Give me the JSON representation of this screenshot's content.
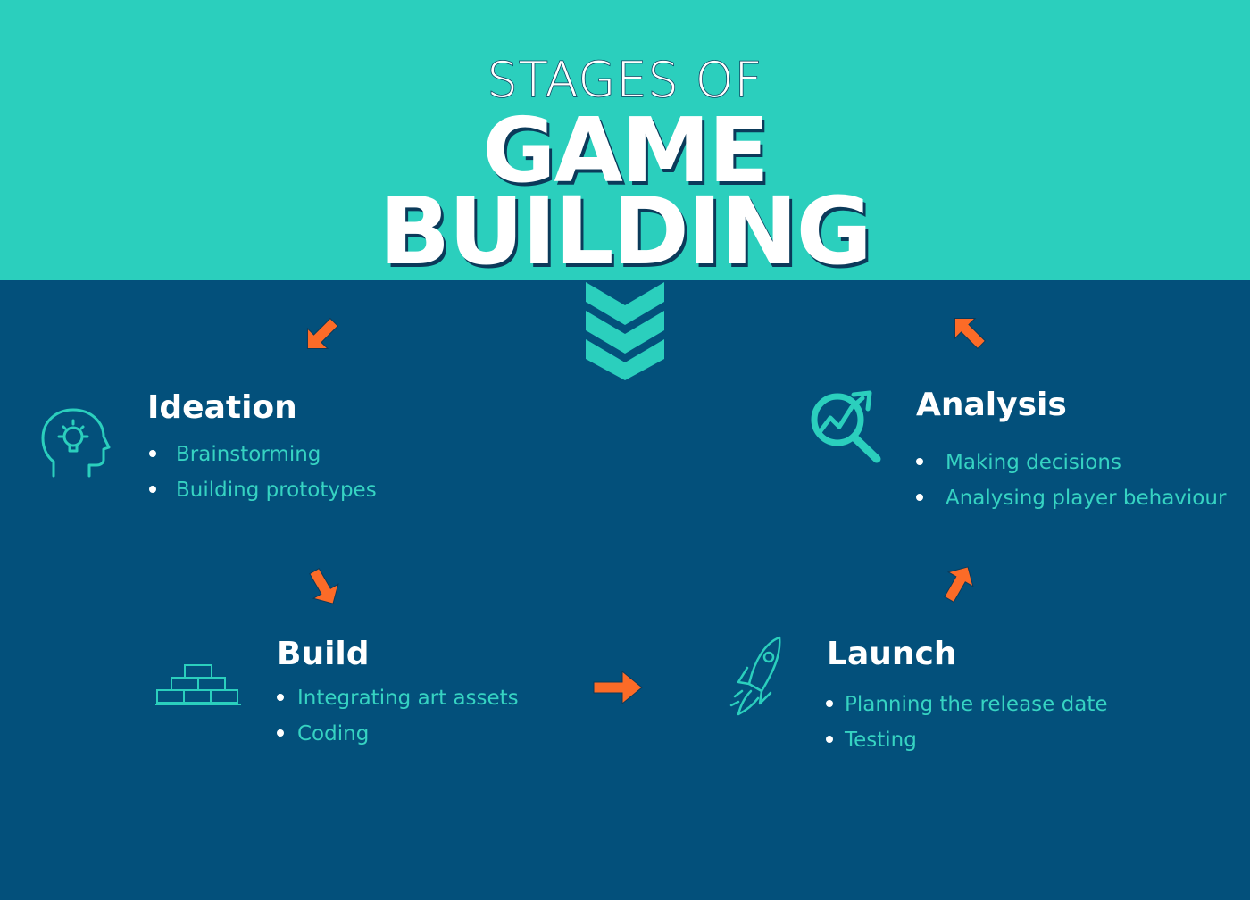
{
  "title": {
    "line1": "STAGES OF",
    "line2": "GAME",
    "line3": "BUILDING"
  },
  "stages": {
    "ideation": {
      "title": "Ideation",
      "items": [
        "Brainstorming",
        "Building prototypes"
      ],
      "icon": "head-lightbulb-icon"
    },
    "build": {
      "title": "Build",
      "items": [
        "Integrating art assets",
        "Coding"
      ],
      "icon": "bricks-icon"
    },
    "launch": {
      "title": "Launch",
      "items": [
        "Planning the release date",
        "Testing"
      ],
      "icon": "rocket-icon"
    },
    "analysis": {
      "title": "Analysis",
      "items": [
        "Making decisions",
        "Analysing player behaviour"
      ],
      "icon": "magnifier-chart-icon"
    }
  },
  "colors": {
    "top_band": "#2bcfbd",
    "bottom_band": "#03507b",
    "accent_teal": "#36d3c2",
    "arrow_orange": "#fc6b27",
    "title_white": "#ffffff"
  }
}
